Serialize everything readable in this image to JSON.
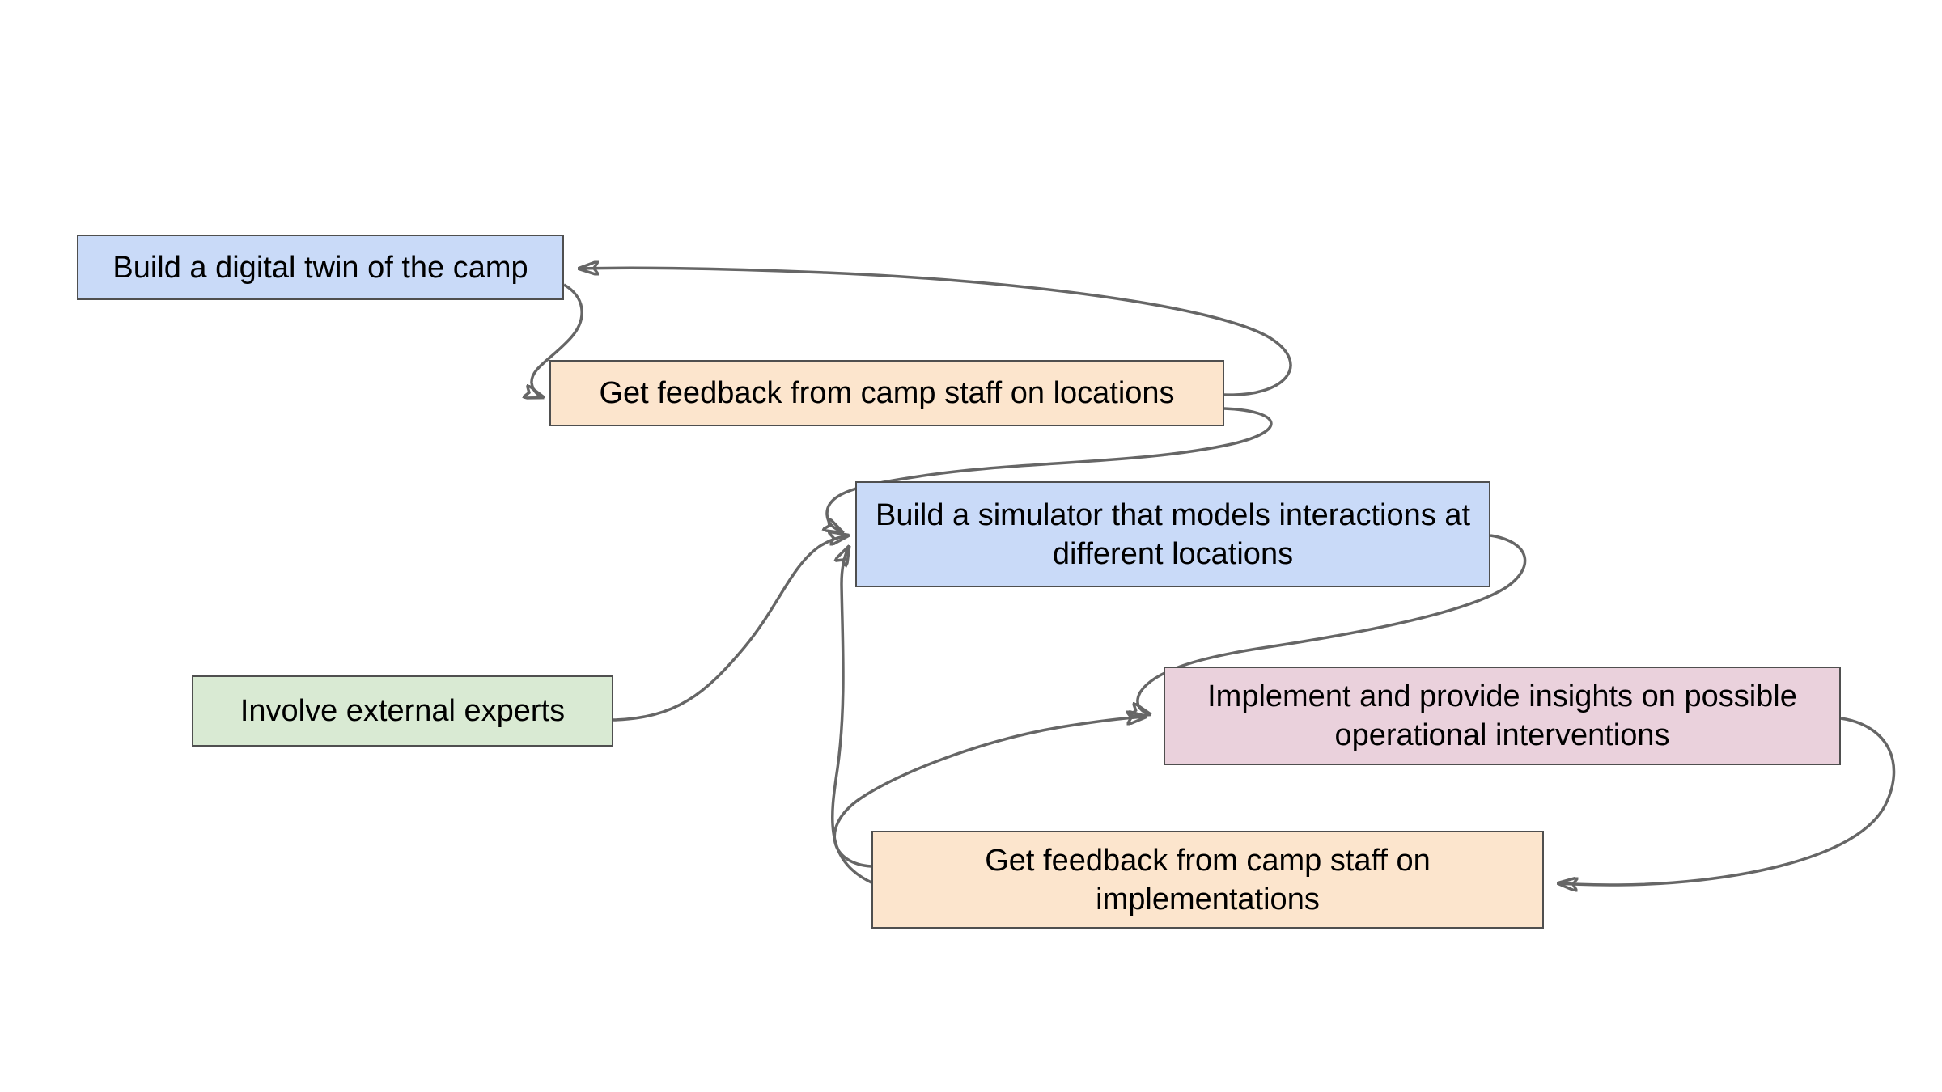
{
  "diagram": {
    "background_color": "#ffffff",
    "arrow_color": "#666666",
    "node_border_color": "#4f4f4f",
    "text_color": "#000000",
    "nodes": [
      {
        "id": "build-digital-twin",
        "label": "Build a digital twin of the camp",
        "fill": "#c9daf8"
      },
      {
        "id": "feedback-locations",
        "label": "Get feedback from camp staff on locations",
        "fill": "#fce5cd"
      },
      {
        "id": "build-simulator",
        "label": "Build a simulator that models interactions at\ndifferent locations",
        "fill": "#c9daf8"
      },
      {
        "id": "involve-experts",
        "label": "Involve external experts",
        "fill": "#d9ead3"
      },
      {
        "id": "implement-insights",
        "label": "Implement and provide insights on possible\noperational interventions",
        "fill": "#ead1dc"
      },
      {
        "id": "feedback-implementations",
        "label": "Get feedback from camp staff on\nimplementations",
        "fill": "#fce5cd"
      }
    ],
    "edges": [
      {
        "from": "build-digital-twin",
        "to": "feedback-locations"
      },
      {
        "from": "feedback-locations",
        "to": "build-digital-twin"
      },
      {
        "from": "feedback-locations",
        "to": "build-simulator"
      },
      {
        "from": "involve-experts",
        "to": "build-simulator"
      },
      {
        "from": "feedback-implementations",
        "to": "build-simulator"
      },
      {
        "from": "feedback-implementations",
        "to": "implement-insights"
      },
      {
        "from": "build-simulator",
        "to": "implement-insights"
      },
      {
        "from": "implement-insights",
        "to": "feedback-implementations"
      }
    ]
  }
}
